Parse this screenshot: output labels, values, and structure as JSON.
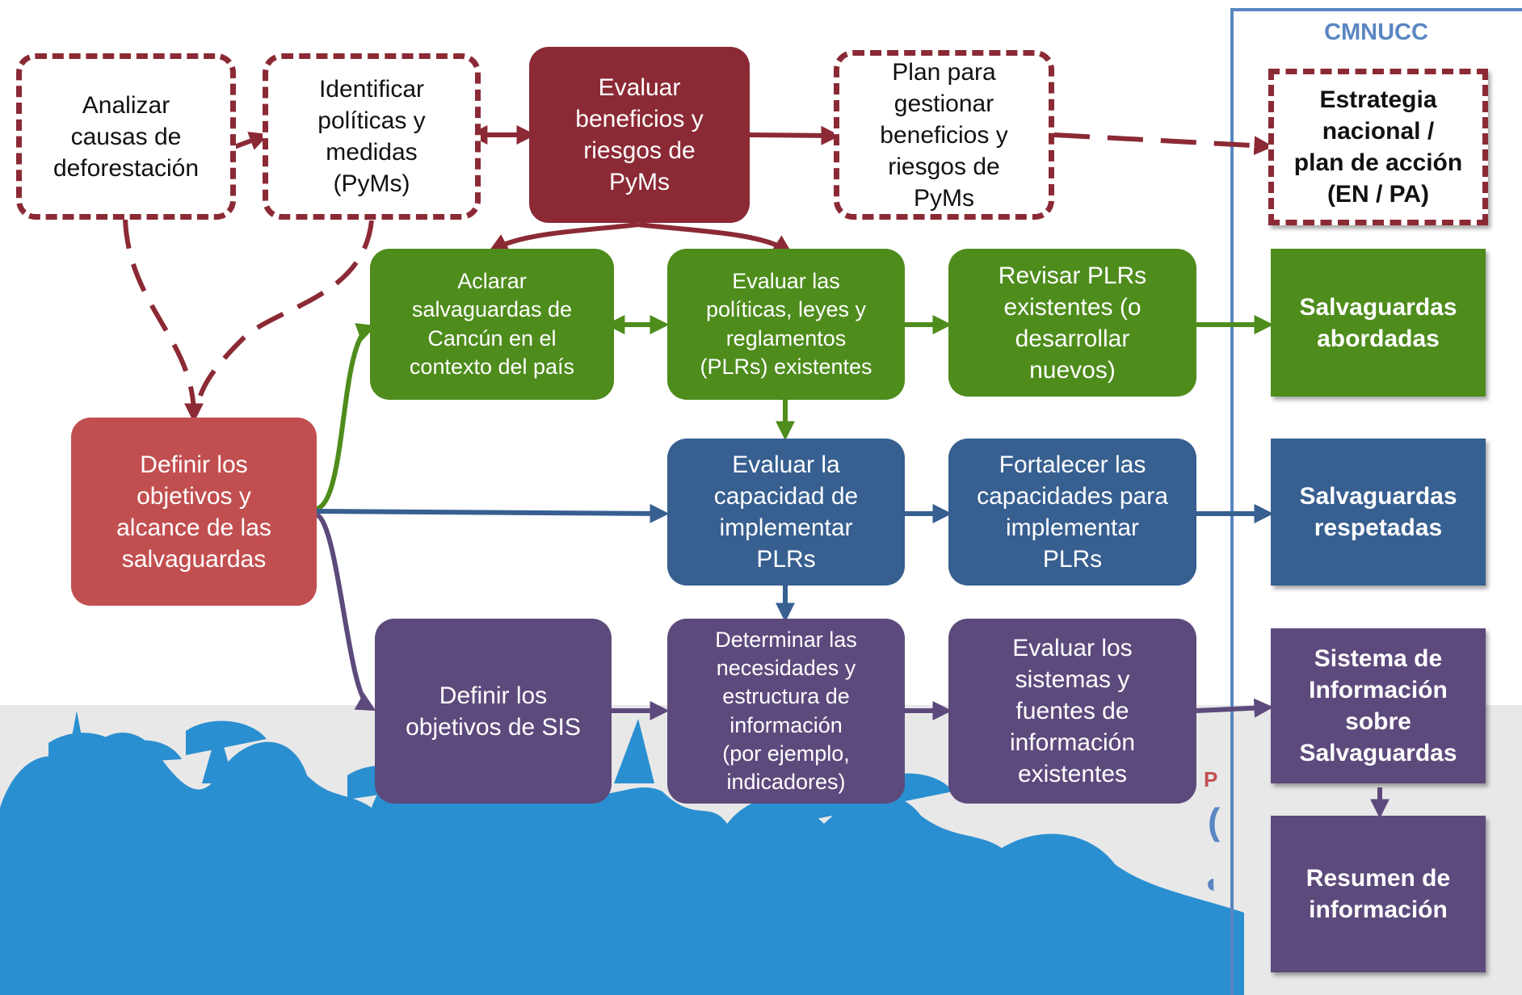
{
  "frame": {
    "title": "CMNUCC"
  },
  "boxes": {
    "analizar": "Analizar\ncausas de\ndeforestación",
    "identificar": "Identificar\npolíticas y\nmedidas\n(PyMs)",
    "evaluar_beneficios": "Evaluar\nbeneficios y\nriesgos de\nPyMs",
    "plan": "Plan para\ngestionar\nbeneficios y\nriesgos de\nPyMs",
    "estrategia": "Estrategia\nnacional /\nplan de acción\n(EN / PA)",
    "aclarar": "Aclarar\nsalvaguardas de\nCancún en el\ncontexto del país",
    "evaluar_plrs": "Evaluar las\npolíticas, leyes y\nreglamentos\n(PLRs) existentes",
    "revisar": "Revisar PLRs\nexistentes (o\ndesarrollar\nnuevos)",
    "abordadas": "Salvaguardas\nabordadas",
    "definir_objetivos": "Definir los\nobjetivos y\nalcance de las\nsalvaguardas",
    "evaluar_capacidad": "Evaluar la\ncapacidad de\nimplementar\nPLRs",
    "fortalecer": "Fortalecer las\ncapacidades para\nimplementar\nPLRs",
    "respetadas": "Salvaguardas\nrespetadas",
    "definir_sis": "Definir los\nobjetivos de SIS",
    "determinar": "Determinar las\nnecesidades y\nestructura de\ninformación\n(por ejemplo,\nindicadores)",
    "evaluar_sistemas": "Evaluar los\nsistemas y\nfuentes de\ninformación\nexistentes",
    "sis": "Sistema de\nInformación\nsobre\nSalvaguardas",
    "resumen": "Resumen de\ninformación"
  },
  "colors": {
    "dashed_border": "#8b2a35",
    "green": "#4e8c1c",
    "blue": "#375f90",
    "purple": "#5d4a7c",
    "crimson": "#8b2a35",
    "red": "#c24f50",
    "frame": "#5a86c2",
    "forest": "#2a8fd0"
  }
}
